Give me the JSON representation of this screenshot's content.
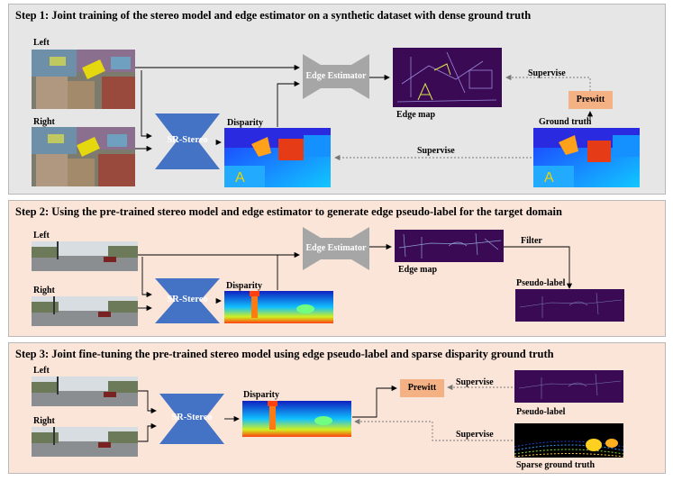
{
  "step1": {
    "title": "Step 1: Joint training of the stereo model and edge estimator on a synthetic dataset with dense ground truth",
    "left_label": "Left",
    "right_label": "Right",
    "sr_stereo": "SR-Stereo",
    "disparity_label": "Disparity",
    "edge_estimator": "Edge Estimator",
    "edge_map_label": "Edge map",
    "supervise_top": "Supervise",
    "prewitt": "Prewitt",
    "ground_truth_label": "Ground truth",
    "supervise_bottom": "Supervise"
  },
  "step2": {
    "title": "Step 2: Using the pre-trained stereo model and edge estimator to generate edge pseudo-label for the target domain",
    "left_label": "Left",
    "right_label": "Right",
    "sr_stereo": "SR-Stereo",
    "disparity_label": "Disparity",
    "edge_estimator": "Edge Estimator",
    "edge_map_label": "Edge map",
    "filter_label": "Filter",
    "pseudo_label": "Pseudo-label"
  },
  "step3": {
    "title": "Step 3: Joint fine-tuning the pre-trained stereo model using edge pseudo-label and sparse disparity ground truth",
    "left_label": "Left",
    "right_label": "Right",
    "sr_stereo": "SR-Stereo",
    "disparity_label": "Disparity",
    "prewitt": "Prewitt",
    "supervise_top": "Supervise",
    "pseudo_label": "Pseudo-label",
    "supervise_bottom": "Supervise",
    "sparse_gt_label": "Sparse ground truth"
  },
  "colors": {
    "stereo_blue": "#4472c4",
    "edge_gray": "#a6a6a6",
    "prewitt_orange": "#f4b183",
    "panel1_bg": "#e6e6e6",
    "panel23_bg": "#fbe5d9"
  }
}
